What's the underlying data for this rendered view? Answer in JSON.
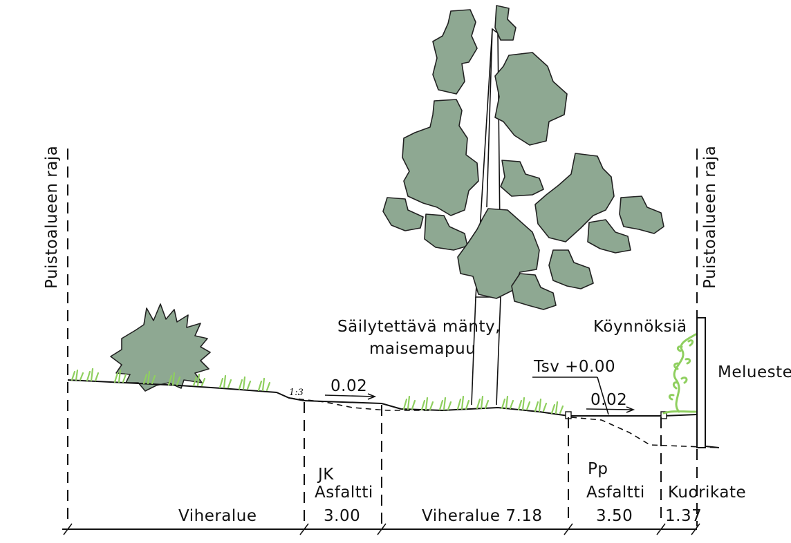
{
  "labels": {
    "boundary_left": "Puistoalueen raja",
    "boundary_right": "Puistoalueen raja",
    "tree_line1": "Säilytettävä mänty,",
    "tree_line2": "maisemapuu",
    "climbers": "Köynnöksiä",
    "noise_wall": "Melueste",
    "level": "Tsv +0.00",
    "slope_jk": "0.02",
    "slope_pp": "0.02",
    "slope_ratio": "1:3"
  },
  "sections": [
    {
      "name": "Viheralue",
      "material": "",
      "width": ""
    },
    {
      "name": "JK",
      "material": "Asfaltti",
      "width": "3.00"
    },
    {
      "name": "Viheralue 7.18",
      "material": "",
      "width": ""
    },
    {
      "name": "Pp",
      "material": "Asfaltti",
      "width": "3.50"
    },
    {
      "name": "",
      "material": "Kuorikate",
      "width": "1.37"
    }
  ],
  "colors": {
    "foliage": "#8ea892",
    "grass": "#8fcf5f",
    "line": "#111111"
  }
}
